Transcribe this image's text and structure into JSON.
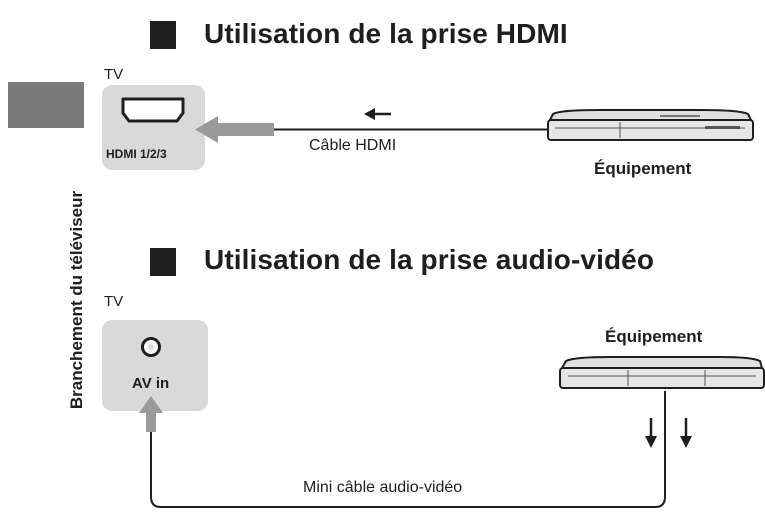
{
  "side_label": "Branchement du téléviseur",
  "hdmi_section": {
    "title": "Utilisation de la prise HDMI",
    "tv_label": "TV",
    "port_label": "HDMI 1/2/3",
    "cable_label": "Câble HDMI",
    "equipment_label": "Équipement"
  },
  "av_section": {
    "title": "Utilisation de la prise audio-vidéo",
    "tv_label": "TV",
    "port_label": "AV in",
    "cable_label": "Mini câble audio-vidéo",
    "equipment_label": "Équipement"
  }
}
